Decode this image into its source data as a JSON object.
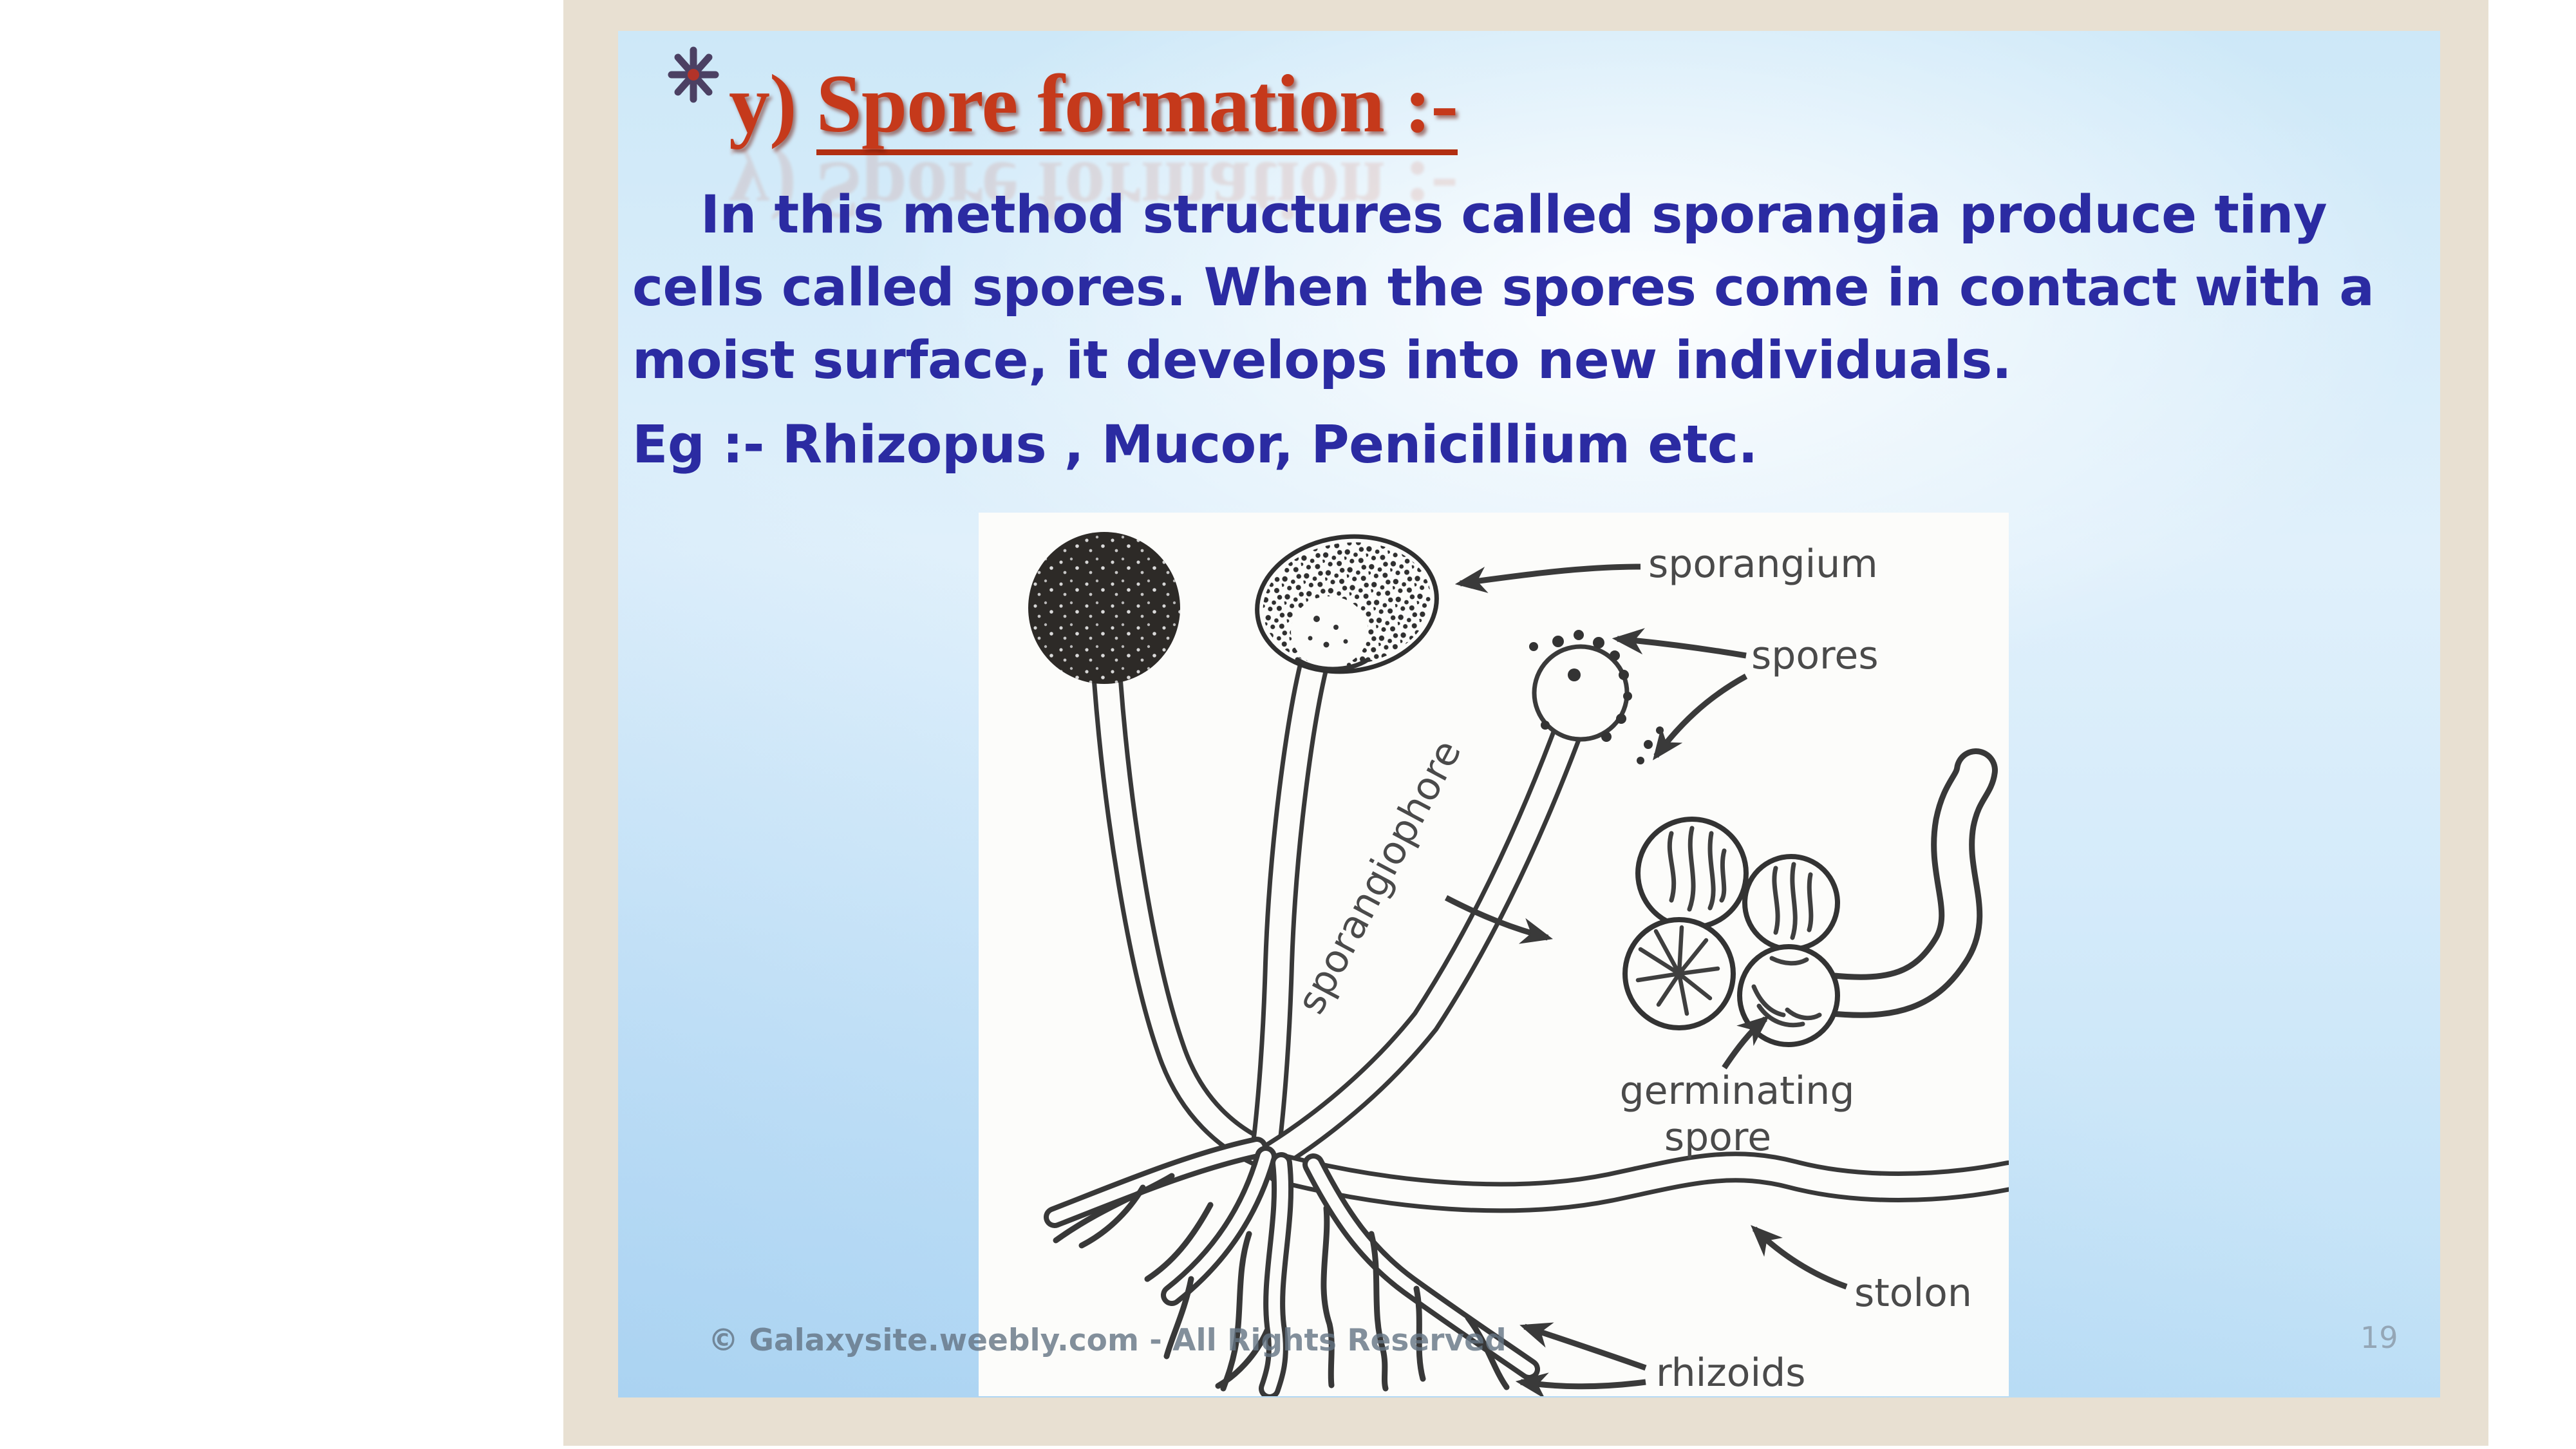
{
  "slide": {
    "title": {
      "bullet": "*",
      "prefix": "y) ",
      "text": "Spore formation :-"
    },
    "body": {
      "paragraph_lines": [
        "In this method structures called sporangia produce tiny",
        "cells called spores. When the spores come in contact with a",
        "moist surface, it develops into new individuals."
      ],
      "example_line": "Eg :- Rhizopus , Mucor, Penicillium etc."
    },
    "diagram": {
      "labels": {
        "sporangium": "sporangium",
        "spores": "spores",
        "sporangiophore": "sporangiophore",
        "germinating_line1": "germinating",
        "germinating_line2": "spore",
        "stolon": "stolon",
        "rhizoids": "rhizoids"
      }
    },
    "watermark": "© Galaxysite.weebly.com - All Rights Reserved",
    "page_number": "19",
    "colors": {
      "title_red": "#c5391b",
      "underline_red": "#b22f12",
      "body_blue": "#2b2ba2",
      "frame_beige": "#e8e0d2",
      "slide_blue_top": "#cde8f8",
      "slide_blue_bottom": "#bfe0f6",
      "diagram_ink": "#383838",
      "label_gray": "#4a4a4a",
      "watermark_gray": "#647484",
      "page_number_gray": "#90a0b0"
    }
  }
}
